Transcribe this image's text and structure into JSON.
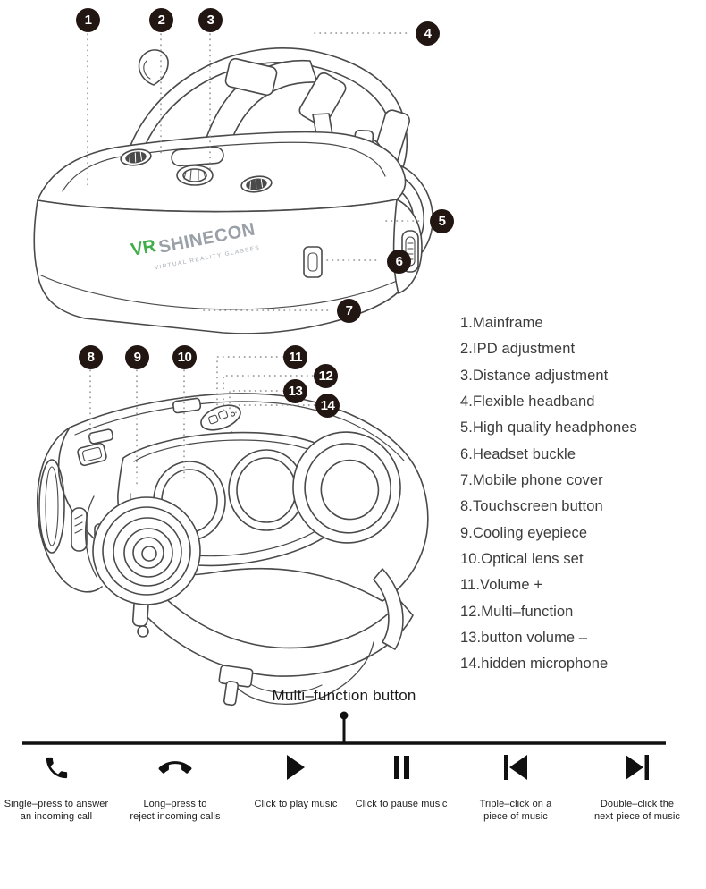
{
  "brand": {
    "vr": "VR",
    "name": "SHINECON",
    "tagline": "VIRTUAL REALITY GLASSES"
  },
  "callouts": {
    "front": [
      "1",
      "2",
      "3",
      "4",
      "5",
      "6",
      "7"
    ],
    "back": [
      "8",
      "9",
      "10",
      "11",
      "12",
      "13",
      "14"
    ]
  },
  "parts": [
    "1.Mainframe",
    "2.IPD adjustment",
    "3.Distance adjustment",
    "4.Flexible headband",
    "5.High quality headphones",
    "6.Headset buckle",
    "7.Mobile phone cover",
    "8.Touchscreen button",
    "9.Cooling eyepiece",
    "10.Optical lens set",
    "11.Volume +",
    "12.Multi–function",
    "13.button volume –",
    "14.hidden microphone"
  ],
  "multifunction": {
    "title": "Multi–function button",
    "actions": [
      {
        "icon": "answer-call-icon",
        "line1": "Single–press to answer",
        "line2": "an incoming call"
      },
      {
        "icon": "reject-call-icon",
        "line1": "Long–press to",
        "line2": "reject incoming calls"
      },
      {
        "icon": "play-icon",
        "line1": "Click to play music",
        "line2": ""
      },
      {
        "icon": "pause-icon",
        "line1": "Click to pause music",
        "line2": ""
      },
      {
        "icon": "previous-track-icon",
        "line1": "Triple–click on a",
        "line2": "piece of music"
      },
      {
        "icon": "next-track-icon",
        "line1": "Double–click the",
        "line2": "next piece of music"
      }
    ]
  },
  "colors": {
    "line_art": "#4a4a4a",
    "leader": "#8c8c8c",
    "callout_bg": "#221613",
    "logo_green": "#3fae49",
    "logo_gray": "#99a0a7",
    "icon_black": "#101010"
  }
}
